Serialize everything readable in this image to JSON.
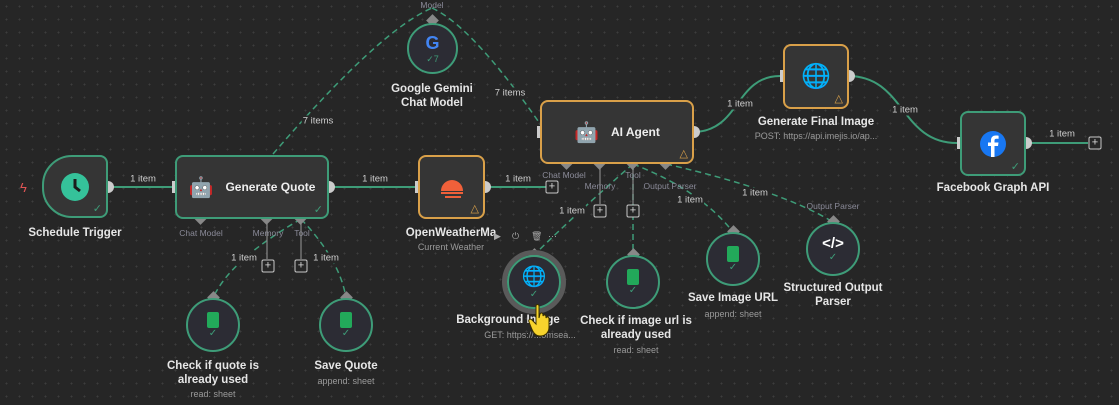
{
  "colors": {
    "success": "#3e9c78",
    "warning": "#d9a049",
    "background": "#262626"
  },
  "nodes": {
    "schedule": {
      "label": "Schedule Trigger",
      "icon": "clock-icon"
    },
    "generate_quote": {
      "label": "Generate Quote",
      "icon": "robot-icon",
      "handles": [
        "Chat Model",
        "Memory",
        "Tool"
      ]
    },
    "gemini": {
      "label": "Google Gemini Chat Model",
      "badge": "7",
      "handle": "Model",
      "icon": "google-icon"
    },
    "weather": {
      "label": "OpenWeatherMa",
      "subtitle": "Current Weather",
      "icon": "weather-icon"
    },
    "ai_agent": {
      "label": "AI Agent",
      "handles": [
        "Chat Model",
        "Memory",
        "Tool",
        "Output Parser"
      ]
    },
    "final_image": {
      "label": "Generate Final Image",
      "subtitle": "POST: https://api.imejis.io/ap..."
    },
    "facebook": {
      "label": "Facebook Graph API"
    },
    "background_image": {
      "label": "Background Image",
      "subtitle": "GET: https://...omsea..."
    },
    "check_image": {
      "label1": "Check if image url is",
      "label2": "already used",
      "subtitle": "read: sheet"
    },
    "save_image": {
      "label": "Save Image URL",
      "subtitle": "append: sheet"
    },
    "parser": {
      "label1": "Structured Output",
      "label2": "Parser",
      "handle": "Output Parser"
    },
    "check_quote": {
      "label1": "Check if quote is",
      "label2": "already used",
      "subtitle": "read: sheet"
    },
    "save_quote": {
      "label": "Save Quote",
      "subtitle": "append: sheet"
    }
  },
  "edges": {
    "one": "1 item",
    "seven": "7 items"
  },
  "toolbar": {
    "more": "···"
  }
}
